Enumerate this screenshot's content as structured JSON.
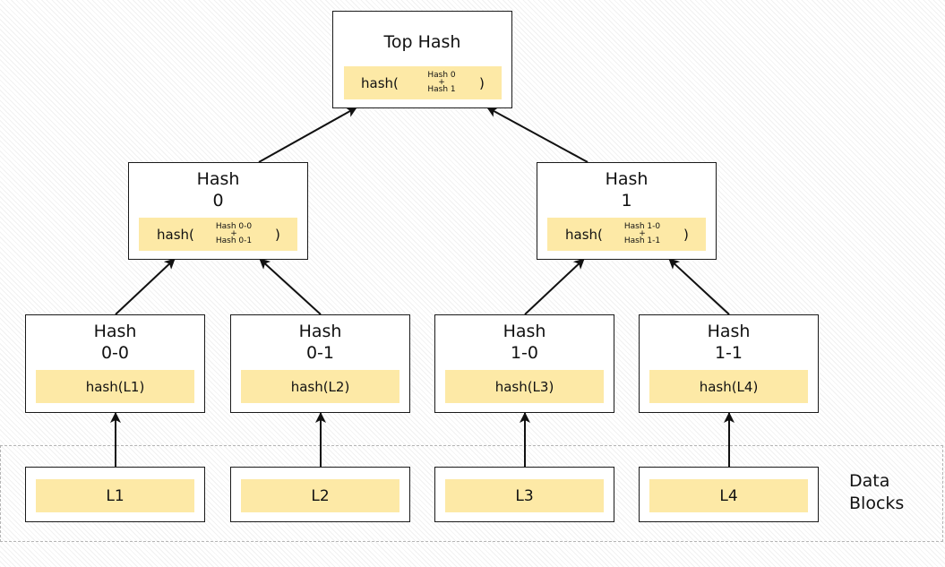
{
  "top": {
    "title": "Top Hash",
    "func_open": "hash(",
    "arg1": "Hash 0",
    "plus": "+",
    "arg2": "Hash 1",
    "func_close": ")"
  },
  "hash0": {
    "title_line1": "Hash",
    "title_line2": "0",
    "func_open": "hash(",
    "arg1": "Hash 0-0",
    "plus": "+",
    "arg2": "Hash 0-1",
    "func_close": ")"
  },
  "hash1": {
    "title_line1": "Hash",
    "title_line2": "1",
    "func_open": "hash(",
    "arg1": "Hash 1-0",
    "plus": "+",
    "arg2": "Hash 1-1",
    "func_close": ")"
  },
  "leaves": [
    {
      "title_line1": "Hash",
      "title_line2": "0-0",
      "hash": "hash(L1)"
    },
    {
      "title_line1": "Hash",
      "title_line2": "0-1",
      "hash": "hash(L2)"
    },
    {
      "title_line1": "Hash",
      "title_line2": "1-0",
      "hash": "hash(L3)"
    },
    {
      "title_line1": "Hash",
      "title_line2": "1-1",
      "hash": "hash(L4)"
    }
  ],
  "data_blocks": {
    "label_line1": "Data",
    "label_line2": "Blocks",
    "items": [
      "L1",
      "L2",
      "L3",
      "L4"
    ]
  }
}
